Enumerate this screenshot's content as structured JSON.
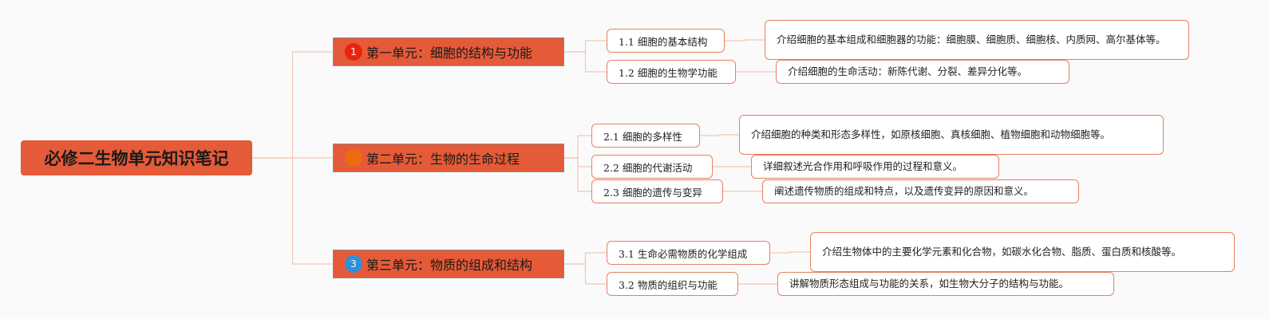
{
  "root": {
    "title": "必修二生物单元知识笔记"
  },
  "units": [
    {
      "marker": "1",
      "marker_color": "#e8240e",
      "title": "第一单元：细胞的结构与功能",
      "topics": [
        {
          "label": "1.1 细胞的基本结构",
          "note": "介绍细胞的基本组成和细胞器的功能：细胞膜、细胞质、细胞核、内质网、高尔基体等。"
        },
        {
          "label": "1.2 细胞的生物学功能",
          "note": "介绍细胞的生命活动：新陈代谢、分裂、差异分化等。"
        }
      ]
    },
    {
      "marker": "",
      "marker_color": "#ee6a12",
      "title": "第二单元：生物的生命过程",
      "topics": [
        {
          "label": "2.1 细胞的多样性",
          "note": "介绍细胞的种类和形态多样性，如原核细胞、真核细胞、植物细胞和动物细胞等。"
        },
        {
          "label": "2.2 细胞的代谢活动",
          "note": "详细叙述光合作用和呼吸作用的过程和意义。"
        },
        {
          "label": "2.3 细胞的遗传与变异",
          "note": "阐述遗传物质的组成和特点，以及遗传变异的原因和意义。"
        }
      ]
    },
    {
      "marker": "3",
      "marker_color": "#2f8fd8",
      "title": "第三单元：物质的组成和结构",
      "topics": [
        {
          "label": "3.1 生命必需物质的化学组成",
          "note": "介绍生物体中的主要化学元素和化合物，如碳水化合物、脂质、蛋白质和核酸等。"
        },
        {
          "label": "3.2 物质的组织与功能",
          "note": "讲解物质形态组成与功能的关系，如生物大分子的结构与功能。"
        }
      ]
    }
  ],
  "colors": {
    "node_fill": "#e55a38",
    "node_border": "#e8805f",
    "connector": "#f2c7b5"
  }
}
